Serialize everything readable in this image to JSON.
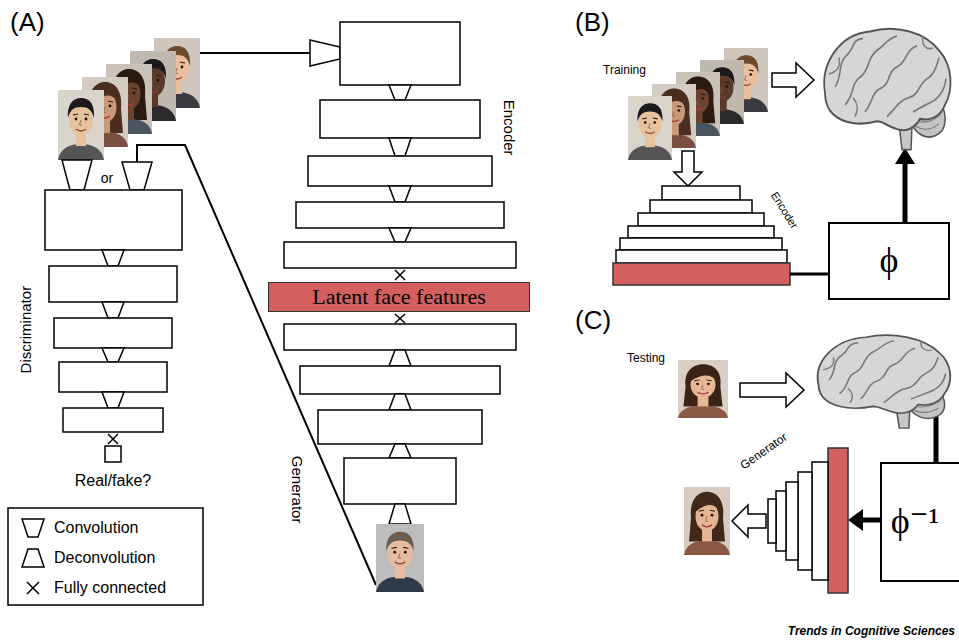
{
  "diagram": {
    "nodes": [
      {
        "text": [
          "Latent face features"
        ]
      },
      {
        "text": [
          "ϕ"
        ]
      },
      {
        "text": [
          "ϕ⁻¹"
        ]
      }
    ],
    "labels": [
      "(A)",
      "Encoder",
      "Generator",
      "Discriminator",
      "or",
      "Real/fake?",
      "(B)",
      "Training",
      "Encoder",
      "(C)",
      "Testing",
      "Generator",
      "Trends in Cognitive Sciences"
    ],
    "legend": [
      {
        "text": "Convolution"
      },
      {
        "text": "Deconvolution"
      },
      {
        "text": "Fully connected"
      }
    ]
  }
}
